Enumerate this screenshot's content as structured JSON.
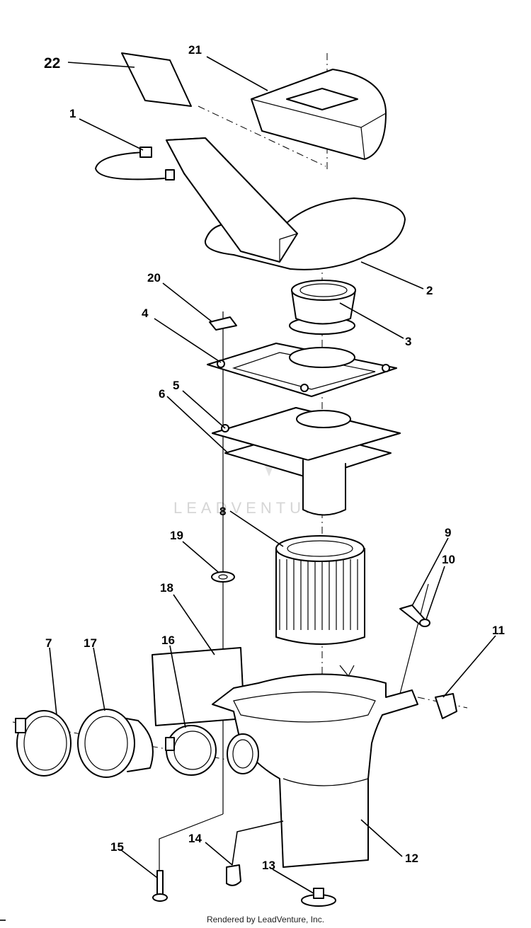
{
  "diagram": {
    "watermark": "LEADVENTURE",
    "footer": "Rendered by LeadVenture, Inc.",
    "callouts": {
      "c1": "1",
      "c2": "2",
      "c3": "3",
      "c4": "4",
      "c5": "5",
      "c6": "6",
      "c7": "7",
      "c8": "8",
      "c9": "9",
      "c10": "10",
      "c11": "11",
      "c12": "12",
      "c13": "13",
      "c14": "14",
      "c15": "15",
      "c16": "16",
      "c17": "17",
      "c18": "18",
      "c19": "19",
      "c20": "20",
      "c21": "21",
      "c22": "22"
    }
  }
}
